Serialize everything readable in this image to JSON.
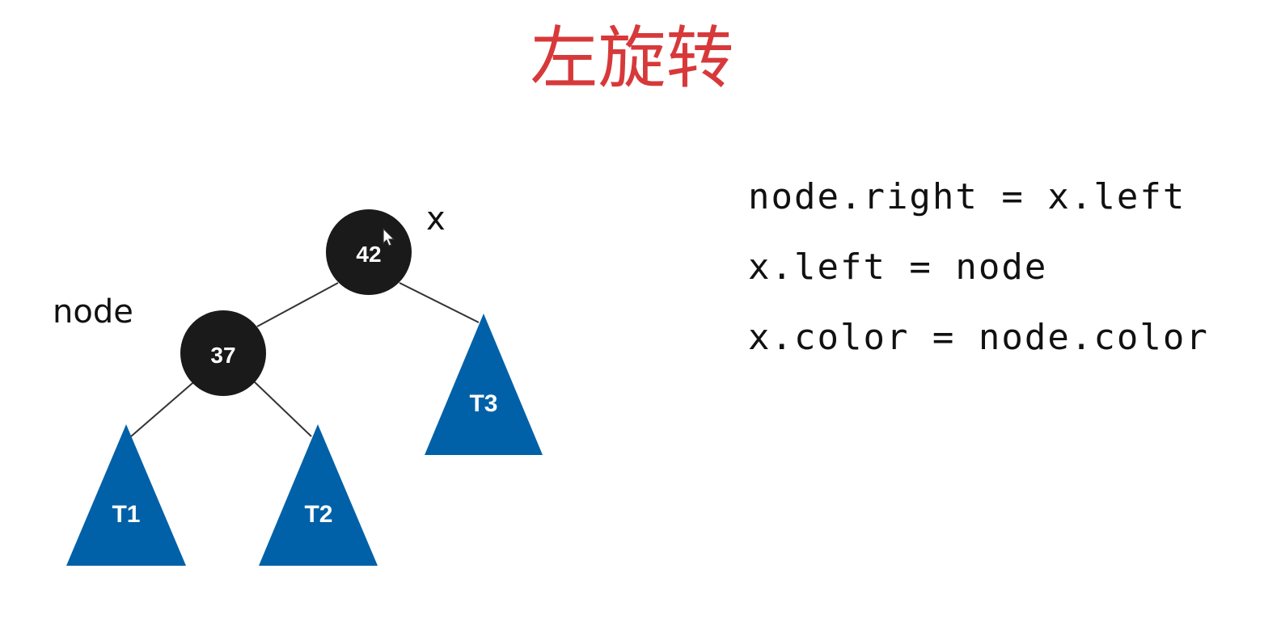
{
  "title": "左旋转",
  "tree": {
    "nodes": [
      {
        "id": "x-node",
        "value": "42",
        "color": "#1a1a1a"
      },
      {
        "id": "node-node",
        "value": "37",
        "color": "#1a1a1a"
      }
    ],
    "subtrees": [
      {
        "id": "t1",
        "label": "T1",
        "color": "#0061a8"
      },
      {
        "id": "t2",
        "label": "T2",
        "color": "#0061a8"
      },
      {
        "id": "t3",
        "label": "T3",
        "color": "#0061a8"
      }
    ],
    "pointer_labels": {
      "x": "x",
      "node": "node"
    }
  },
  "code": [
    "node.right = x.left",
    "x.left = node",
    "x.color = node.color"
  ]
}
